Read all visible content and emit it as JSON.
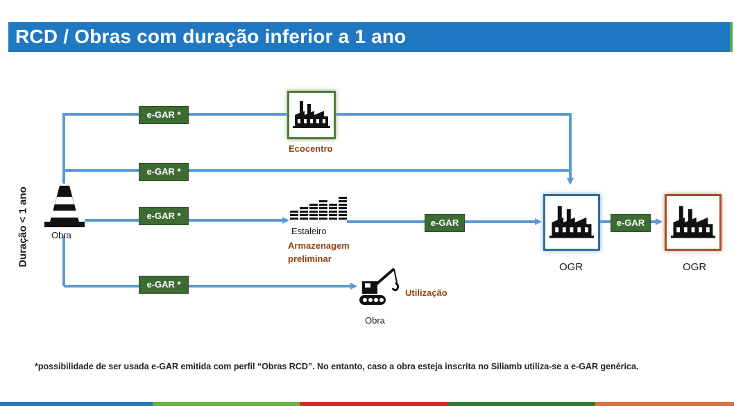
{
  "header": {
    "title": "RCD / Obras com duração inferior a 1 ano"
  },
  "side_label": "Duração < 1 ano",
  "nodes": {
    "obra_start": "Obra",
    "ecocentro": "Ecocentro",
    "estaleiro": "Estaleiro",
    "armazenagem_line1": "Armazenagem",
    "armazenagem_line2": "preliminar",
    "utilizacao": "Utilização",
    "obra_end": "Obra",
    "ogr_1": "OGR",
    "ogr_2": "OGR"
  },
  "badges": {
    "b1": "e-GAR *",
    "b2": "e-GAR *",
    "b3": "e-GAR *",
    "b4": "e-GAR *",
    "b5": "e-GAR",
    "b6": "e-GAR"
  },
  "footnote": "*possibilidade de ser usada e-GAR emitida com perfil “Obras RCD”. No entanto, caso a obra esteja inscrita no Siliamb utiliza-se a e-GAR genérica.",
  "colors": {
    "header": "#1f78c1",
    "arrow": "#5b9bd5",
    "badge": "#3d6b33",
    "ecocentro_border": "#4f7a3a",
    "ogr1_border": "#2e6da4",
    "ogr2_border": "#a0522d",
    "bottom_bar": [
      "#1f78c1",
      "#6db33f",
      "#d62b2b",
      "#2e7d32",
      "#e07040"
    ]
  }
}
